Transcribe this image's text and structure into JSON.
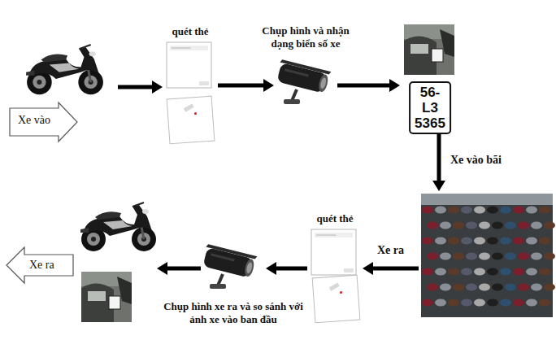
{
  "diagram": {
    "nodes": [
      {
        "text": [
          "Xe vào"
        ]
      },
      {
        "text": [
          "quét thẻ"
        ]
      },
      {
        "text": [
          "Chụp hình và nhận dạng biển số xe"
        ]
      },
      {
        "text": [
          "56-L3 5365"
        ]
      },
      {
        "text": []
      },
      {
        "text": [
          "quét thẻ"
        ]
      },
      {
        "text": [
          "Chụp hình xe ra và so sánh với ảnh xe vào ban đầu"
        ]
      },
      {
        "text": [
          "Xe ra"
        ]
      }
    ],
    "edges": [
      {
        "from": 0,
        "to": 1,
        "arrow": "to"
      },
      {
        "from": 1,
        "to": 2,
        "arrow": "to"
      },
      {
        "from": 2,
        "to": 3,
        "arrow": "to"
      },
      {
        "from": 3,
        "to": 4,
        "label": "Xe vào bãi",
        "arrow": "to"
      },
      {
        "from": 4,
        "to": 5,
        "label": "Xe ra",
        "arrow": "to"
      },
      {
        "from": 5,
        "to": 6,
        "arrow": "to"
      },
      {
        "from": 6,
        "to": 7,
        "arrow": "to"
      }
    ]
  }
}
